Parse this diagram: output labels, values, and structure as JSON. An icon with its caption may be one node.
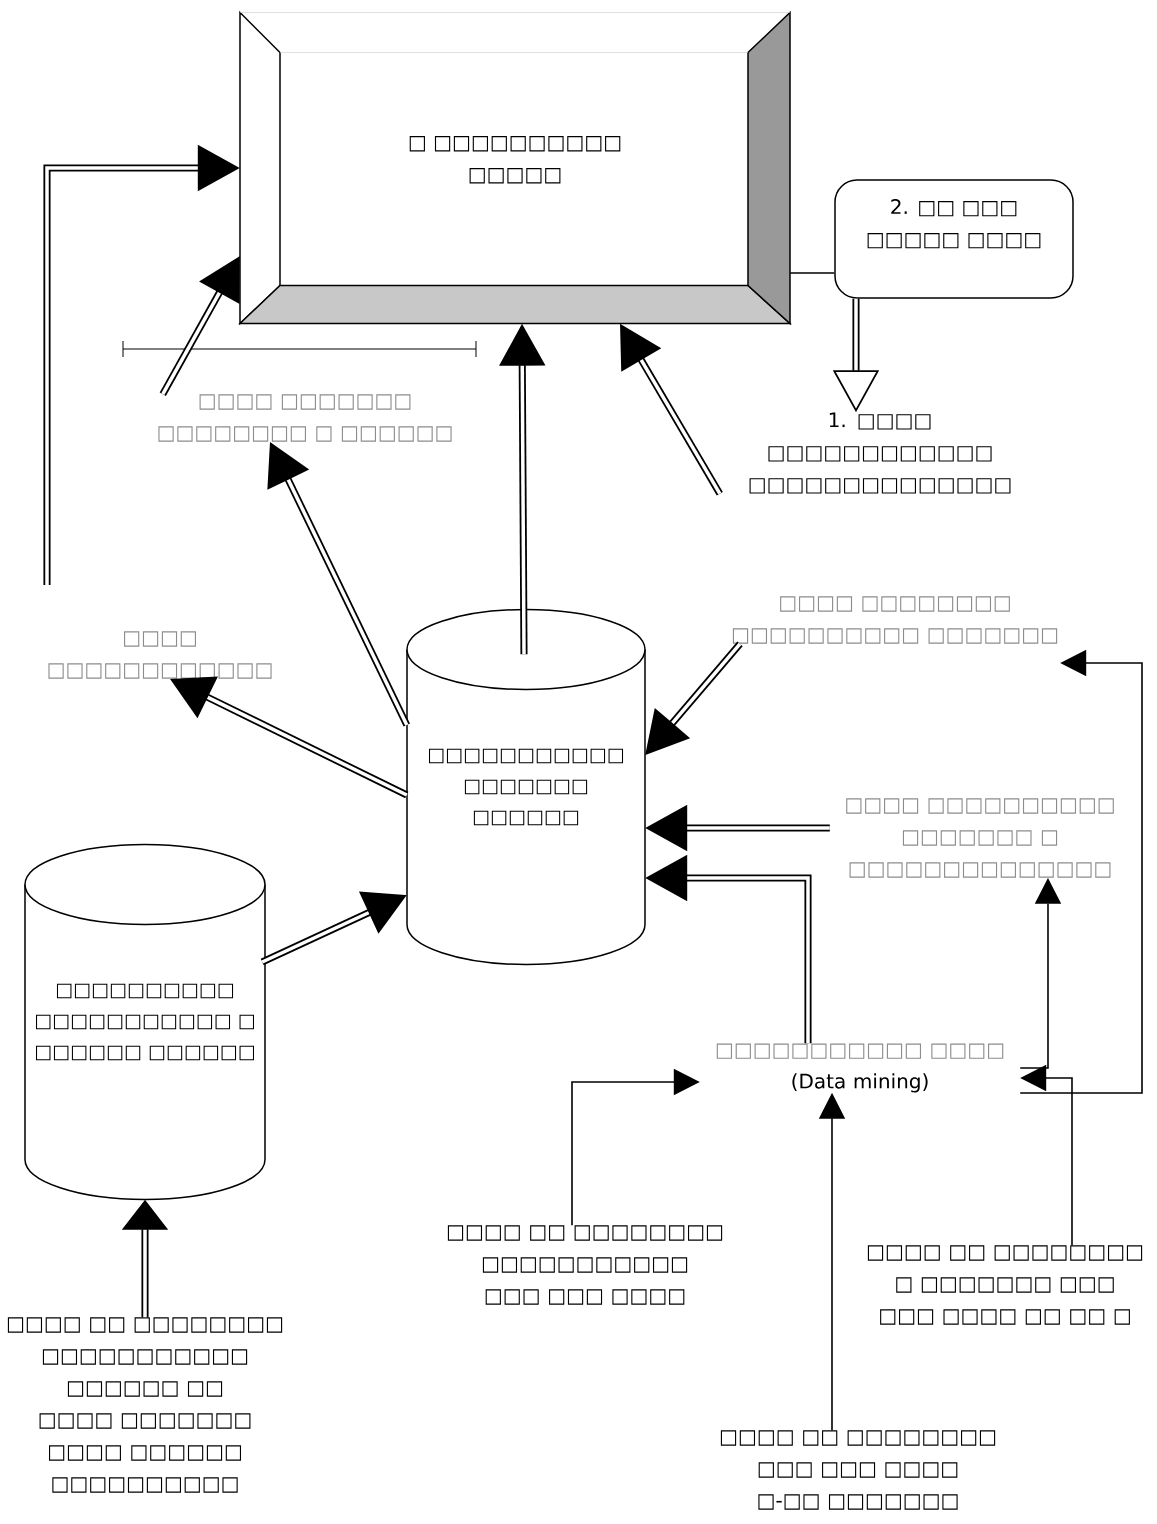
{
  "diagram": {
    "nodes": [
      {
        "text": [
          "□ □□□□□□□□□□ □□□□□"
        ]
      },
      {
        "text": [
          "2. □□ □□□ □□□□□ □□□□"
        ]
      },
      {
        "text": [
          "1. □□□□ □□□□□□□□□□□□ □□□□□□□□□□□□□□"
        ]
      },
      {
        "text": [
          "□□□□ □□□□□□□ □□□□□□□□ □ □□□□□□"
        ]
      },
      {
        "text": [
          "□□□□ □□□□□□□□□□□□"
        ]
      },
      {
        "text": [
          "□□□□ □□□□□□□□ □□□□□□□□□□ □□□□□□□"
        ]
      },
      {
        "text": [
          "□□□□□□□□□□□ □□□□□□□ □□□□□□"
        ]
      },
      {
        "text": [
          "□□□□ □□□□□□□□□□ □□□□□□□ □ □□□□□□□□□□□□□□"
        ]
      },
      {
        "text": [
          "□□□□□□□□□□ □□□□□□□□□□□ □ □□□□□□ □□□□□□"
        ]
      },
      {
        "text": [
          "□□□□□□□□□□□ □□□□",
          "(Data mining)"
        ]
      },
      {
        "text": [
          "□□□□ □□ □□□□□□□□ □□□□□□□□□□□ □□□□□□ □□ □□□□ □□□□□□□ □□□□ □□□□□□ □□□□□□□□□□"
        ]
      },
      {
        "text": [
          "□□□□ □□ □□□□□□□□ □□□□□□□□□□□ □□□ □□□ □□□□"
        ]
      },
      {
        "text": [
          "□□□□ □□ □□□□□□□□ □ □□□□□□□ □□□ □□□ □□□□ □□ □□ □"
        ]
      },
      {
        "text": [
          "□□□□ □□ □□□□□□□□ □□□ □□□ □□□□ □-□□ □□□□□□□"
        ]
      }
    ],
    "edges": [
      {
        "from": null,
        "to": 0,
        "arrow": "to"
      },
      {
        "from": 3,
        "to": 0,
        "arrow": "to"
      },
      {
        "from": 6,
        "to": 0,
        "arrow": "to"
      },
      {
        "from": 2,
        "to": 0,
        "arrow": "to"
      },
      {
        "from": 6,
        "to": 3,
        "arrow": "to"
      },
      {
        "from": 6,
        "to": 4,
        "arrow": "to"
      },
      {
        "from": 5,
        "to": 6,
        "arrow": "to"
      },
      {
        "from": 7,
        "to": 6,
        "arrow": "to"
      },
      {
        "from": 9,
        "to": 6,
        "arrow": "to"
      },
      {
        "from": 8,
        "to": 6,
        "arrow": "to"
      },
      {
        "from": 10,
        "to": 8,
        "arrow": "to"
      },
      {
        "from": 11,
        "to": 9,
        "arrow": "to"
      },
      {
        "from": 13,
        "to": 9,
        "arrow": "to"
      },
      {
        "from": 12,
        "to": 9,
        "arrow": "to"
      },
      {
        "from": 9,
        "to": 5,
        "arrow": "to"
      },
      {
        "from": 9,
        "to": 7,
        "arrow": "to"
      },
      {
        "from": 0,
        "to": 1,
        "arrow": "none"
      },
      {
        "from": 1,
        "to": 2,
        "arrow": "to"
      }
    ]
  }
}
